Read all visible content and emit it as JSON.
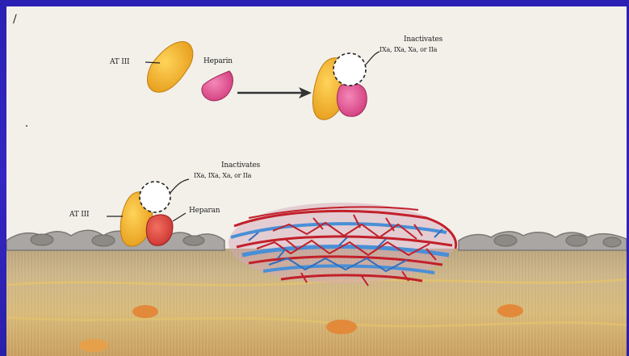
{
  "labels": {
    "corner_mark": "/",
    "at3_top": "AT III",
    "heparin_top": "Heparin",
    "inactivates_top_line1": "Inactivates",
    "inactivates_top_line2": "IXa, IXa, Xa, or IIa",
    "inactivates_bottom_line1": "Inactivates",
    "inactivates_bottom_line2": "IXa, IXa, Xa, or IIa",
    "at3_bottom": "AT III",
    "heparin_bottom": "Heparan"
  },
  "colors": {
    "slide_background": "#2a20b4",
    "paper": "#f3f0ea",
    "antithrombin": "#f0b52a",
    "heparin": "#e0508f",
    "heparan": "#e0483e",
    "clot_red": "#c2202a",
    "clot_blue": "#4a8fd6",
    "endothelium": "#a8a4a0",
    "subendothelium": "#c8a468"
  }
}
